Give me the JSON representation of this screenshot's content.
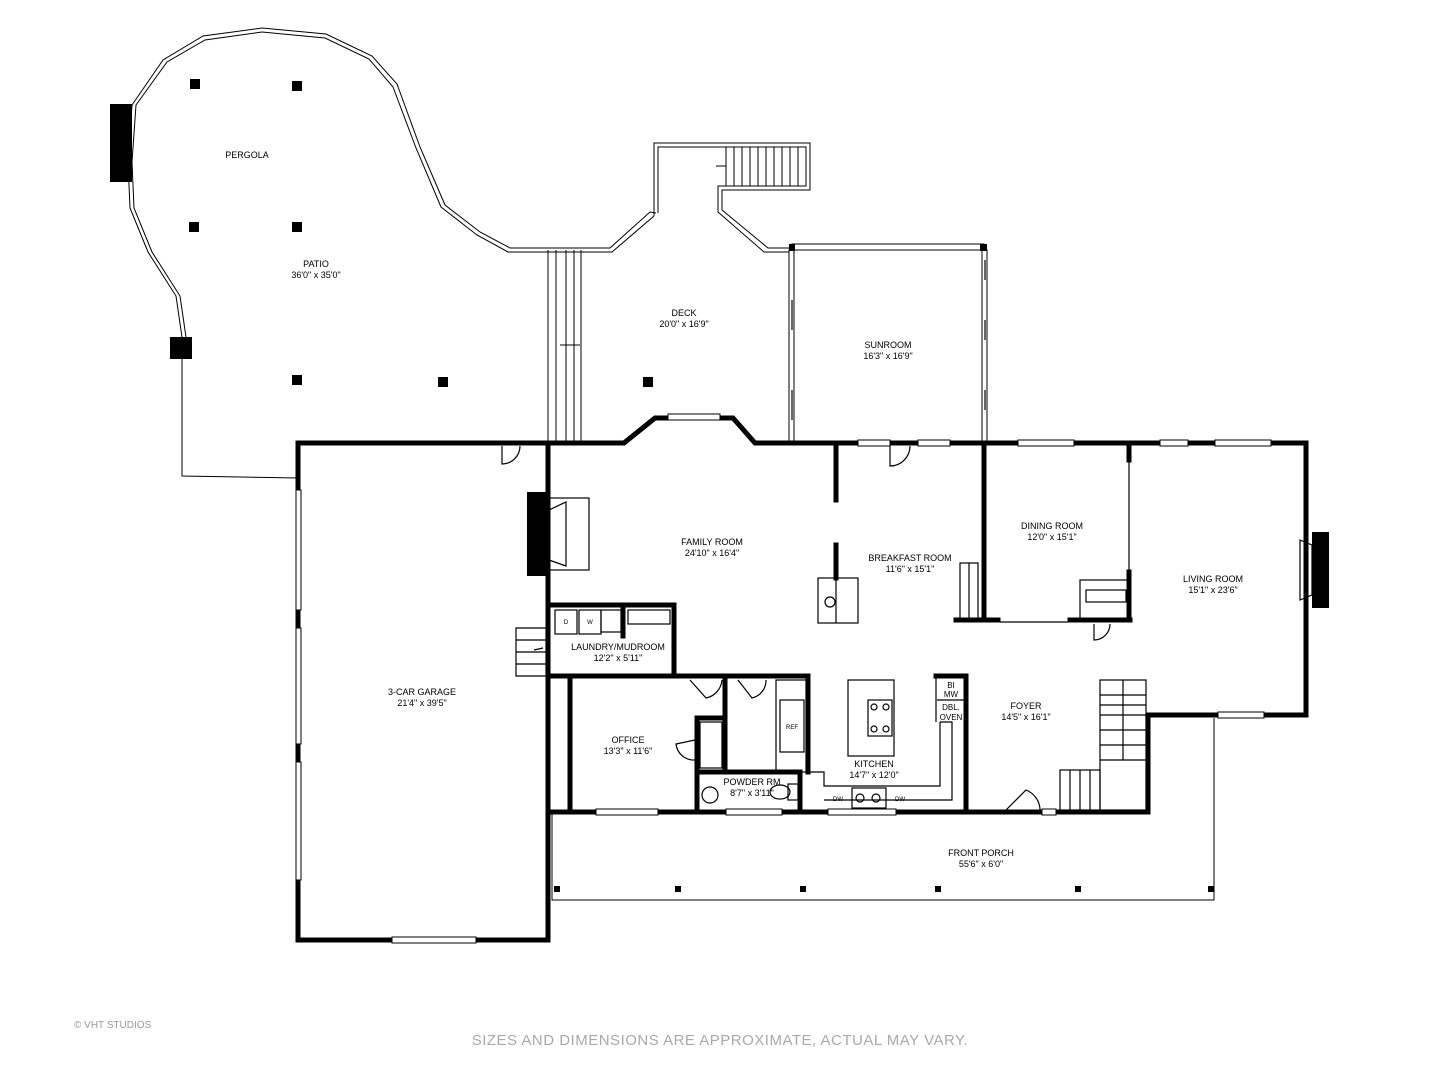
{
  "rooms": {
    "pergola": {
      "name": "PERGOLA"
    },
    "patio": {
      "name": "PATIO",
      "dims": "36'0\" x 35'0\""
    },
    "deck": {
      "name": "DECK",
      "dims": "20'0\" x 16'9\""
    },
    "sunroom": {
      "name": "SUNROOM",
      "dims": "16'3\" x 16'9\""
    },
    "family_room": {
      "name": "FAMILY ROOM",
      "dims": "24'10\" x 16'4\""
    },
    "breakfast_room": {
      "name": "BREAKFAST ROOM",
      "dims": "11'6\" x 15'1\""
    },
    "dining_room": {
      "name": "DINING ROOM",
      "dims": "12'0\" x 15'1\""
    },
    "living_room": {
      "name": "LIVING ROOM",
      "dims": "15'1\" x 23'6\""
    },
    "laundry": {
      "name": "LAUNDRY/MUDROOM",
      "dims": "12'2\" x 5'11\""
    },
    "garage": {
      "name": "3-CAR GARAGE",
      "dims": "21'4\" x 39'5\""
    },
    "office": {
      "name": "OFFICE",
      "dims": "13'3\" x 11'6\""
    },
    "powder": {
      "name": "POWDER RM",
      "dims": "8'7\" x 3'11\""
    },
    "kitchen": {
      "name": "KITCHEN",
      "dims": "14'7\" x 12'0\""
    },
    "foyer": {
      "name": "FOYER",
      "dims": "14'5\" x 16'1\""
    },
    "front_porch": {
      "name": "FRONT PORCH",
      "dims": "55'6\" x 6'0\""
    }
  },
  "fixtures": {
    "ref": "REF",
    "dw": "DW",
    "bi": "BI",
    "mw": "MW",
    "dbl": "DBL.",
    "oven": "OVEN",
    "w": "W",
    "d": "D"
  },
  "footer": {
    "copyright": "© VHT STUDIOS",
    "disclaimer": "SIZES AND DIMENSIONS ARE APPROXIMATE, ACTUAL MAY VARY."
  }
}
